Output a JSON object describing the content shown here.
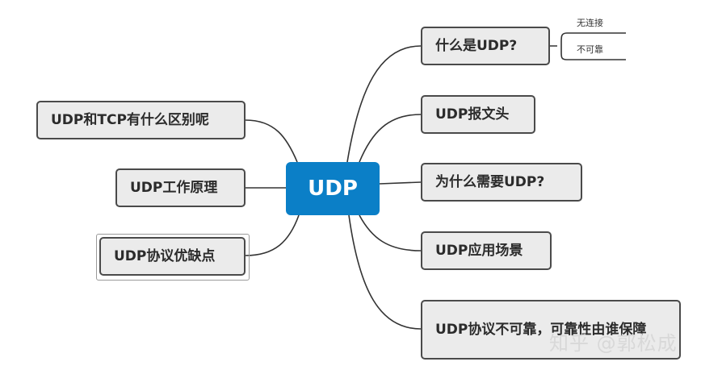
{
  "center": {
    "label": "UDP",
    "color": "#0b7fc7"
  },
  "left_topics": [
    {
      "label": "UDP和TCP有什么区别呢"
    },
    {
      "label": "UDP工作原理"
    },
    {
      "label": "UDP协议优缺点"
    }
  ],
  "right_topics": [
    {
      "label": "什么是UDP?",
      "children": [
        "无连接",
        "不可靠"
      ]
    },
    {
      "label": "UDP报文头"
    },
    {
      "label": "为什么需要UDP?"
    },
    {
      "label": "UDP应用场景"
    },
    {
      "label": "UDP协议不可靠，可靠性由谁保障"
    }
  ],
  "watermark": "知乎 @郭松成"
}
